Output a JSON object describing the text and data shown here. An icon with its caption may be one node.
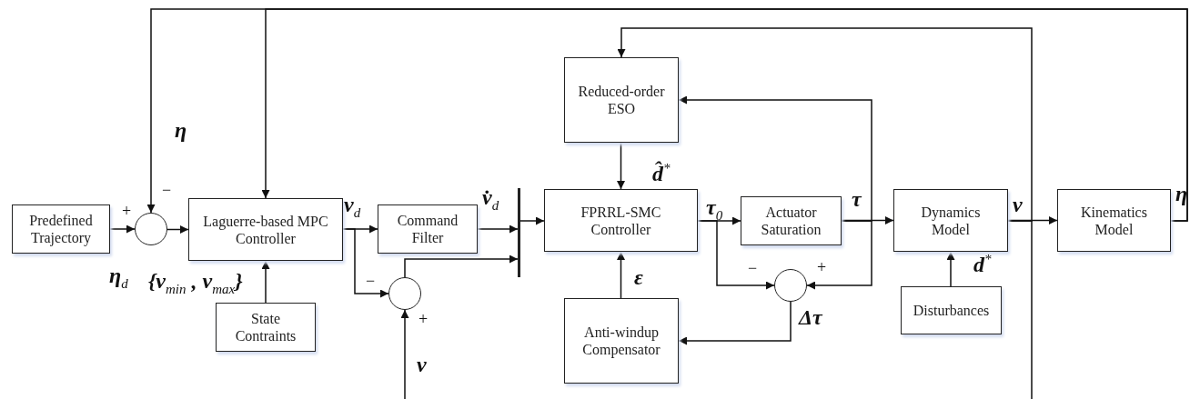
{
  "diagram": {
    "nodes": [
      {
        "text": [
          "Predefined Trajectory"
        ]
      },
      {
        "text": [],
        "shape": "circle"
      },
      {
        "text": [
          "Laguerre-based MPC Controller"
        ]
      },
      {
        "text": [
          "State Contraints"
        ]
      },
      {
        "text": [
          "Command Filter"
        ]
      },
      {
        "text": [],
        "shape": "circle"
      },
      {
        "text": [],
        "shape": "bar"
      },
      {
        "text": [
          "Reduced-order ESO"
        ]
      },
      {
        "text": [
          "FPRRL-SMC Controller"
        ]
      },
      {
        "text": [
          "Anti-windup Compensator"
        ]
      },
      {
        "text": [
          "Actuator Saturation"
        ]
      },
      {
        "text": [],
        "shape": "circle"
      },
      {
        "text": [
          "Dynamics Model"
        ]
      },
      {
        "text": [
          "Disturbances"
        ]
      },
      {
        "text": [
          "Kinematics Model"
        ]
      }
    ],
    "edges": [
      {
        "from": 0,
        "to": 1,
        "arrow": "to",
        "label": "η$_{d}$"
      },
      {
        "from": 1,
        "to": 2,
        "arrow": "to"
      },
      {
        "from": 14,
        "to": 1,
        "arrow": "to",
        "label": "η"
      },
      {
        "from": 14,
        "to": 2,
        "arrow": "to"
      },
      {
        "from": 3,
        "to": 2,
        "arrow": "to",
        "label": "{v$_{min}$ , v$_{max}$}"
      },
      {
        "from": 2,
        "to": 4,
        "arrow": "to",
        "label": "v$_{d}$"
      },
      {
        "from": 2,
        "to": 5,
        "arrow": "to"
      },
      {
        "from": 4,
        "to": 6,
        "arrow": "to",
        "label": "v̇$_{d}$"
      },
      {
        "from": 5,
        "to": 6,
        "arrow": "to"
      },
      {
        "from": 6,
        "to": 8,
        "arrow": "to"
      },
      {
        "from": 7,
        "to": 8,
        "arrow": "to",
        "label": "d̂$^{*}$"
      },
      {
        "from": 9,
        "to": 8,
        "arrow": "to",
        "label": "ε"
      },
      {
        "from": 8,
        "to": 10,
        "arrow": "to",
        "label": "τ$_{0}$"
      },
      {
        "from": 8,
        "to": 11,
        "arrow": "to"
      },
      {
        "from": 10,
        "to": 12,
        "arrow": "to",
        "label": "τ"
      },
      {
        "from": 10,
        "to": 7,
        "arrow": "to"
      },
      {
        "from": 10,
        "to": 11,
        "arrow": "to"
      },
      {
        "from": 11,
        "to": 9,
        "arrow": "to",
        "label": "Δτ"
      },
      {
        "from": 13,
        "to": 12,
        "arrow": "to",
        "label": "d$^{*}$"
      },
      {
        "from": 12,
        "to": 14,
        "arrow": "to",
        "label": "v"
      },
      {
        "from": 12,
        "to": 7,
        "arrow": "to"
      },
      {
        "from": 12,
        "to": null,
        "arrow": "none"
      },
      {
        "from": null,
        "to": 5,
        "arrow": "to",
        "label": "v"
      }
    ],
    "labels": [
      "−",
      "+",
      "−",
      "+",
      "−",
      "+",
      "η"
    ]
  }
}
